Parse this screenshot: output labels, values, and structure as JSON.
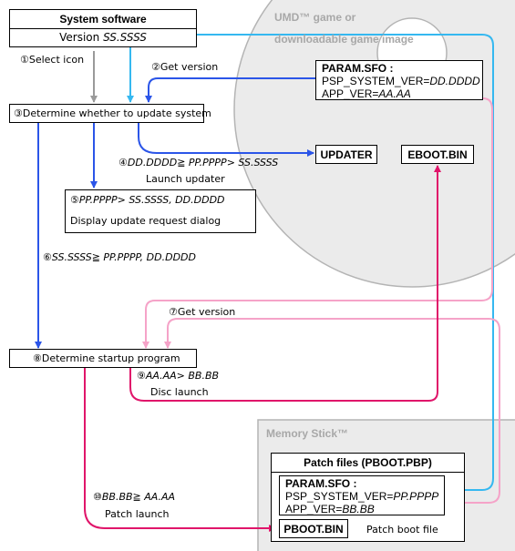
{
  "system_software": {
    "title": "System software",
    "version_prefix": "Version ",
    "version_value": "SS.SSSS"
  },
  "umd_region": {
    "label_line1": "UMD™ game or",
    "label_line2": "downloadable game image"
  },
  "memory_stick_region": {
    "label": "Memory Stick™"
  },
  "disc_param_sfo": {
    "title": "PARAM.SFO :",
    "line1_prefix": "PSP_SYSTEM_VER=",
    "line1_value": "DD.DDDD",
    "line2_prefix": "APP_VER=",
    "line2_value": "AA.AA"
  },
  "updater_box": "UPDATER",
  "eboot_box": "EBOOT.BIN",
  "patch_files": {
    "title": "Patch files (PBOOT.PBP)",
    "param_title": "PARAM.SFO :",
    "line1_prefix": "PSP_SYSTEM_VER=",
    "line1_value": "PP.PPPP",
    "line2_prefix": "APP_VER=",
    "line2_value": "BB.BB",
    "pboot_box": "PBOOT.BIN",
    "pboot_caption": "Patch boot file"
  },
  "steps": {
    "s1": "①Select icon",
    "s2": "②Get version",
    "s3": "③Determine whether to update system",
    "s4_num": "④",
    "s4_cond": "DD.DDDD≧ PP.PPPP> SS.SSSS",
    "s4_caption": "Launch updater",
    "s5_num": "⑤",
    "s5_cond": "PP.PPPP> SS.SSSS, DD.DDDD",
    "s5_caption": "Display update request dialog",
    "s6_num": "⑥",
    "s6_cond": "SS.SSSS≧ PP.PPPP, DD.DDDD",
    "s7": "⑦Get version",
    "s8": "⑧Determine startup program",
    "s9_num": "⑨",
    "s9_cond": "AA.AA> BB.BB",
    "s9_caption": "Disc launch",
    "s10_num": "⑩",
    "s10_cond": "BB.BB≧ AA.AA",
    "s10_caption": "Patch launch"
  },
  "colors": {
    "blue_dark": "#2b55e8",
    "blue_light": "#35b8f0",
    "pink_light": "#f5a3c8",
    "magenta": "#e0156a",
    "gray_arrow": "#9a9a9a",
    "region_fill": "#ebebeb",
    "region_stroke": "#b4b4b4"
  }
}
